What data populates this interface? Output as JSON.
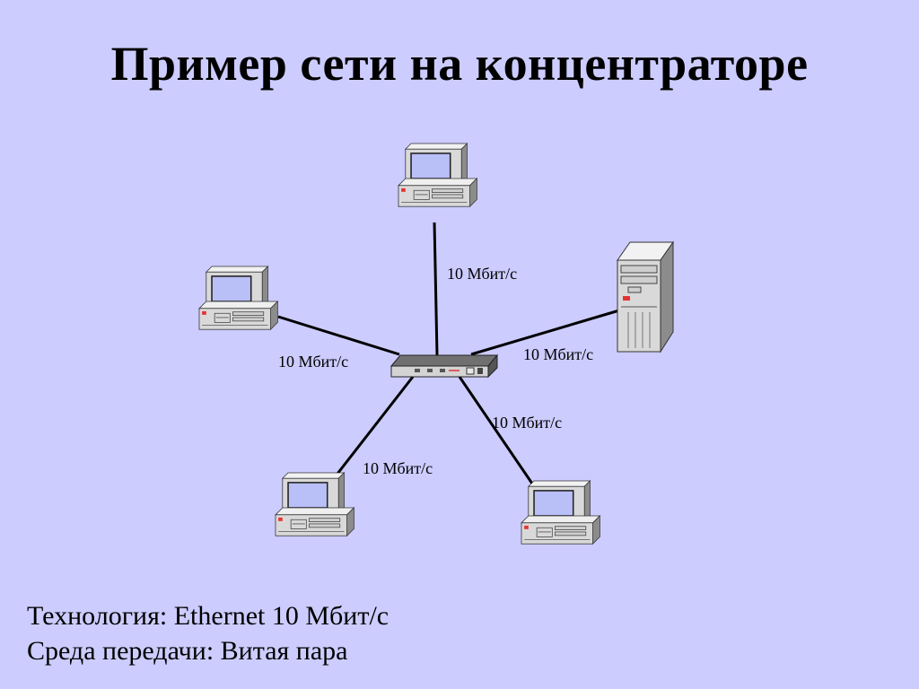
{
  "slide": {
    "title": "Пример сети на концентраторе"
  },
  "diagram": {
    "nodes": [
      {
        "id": "pc-top",
        "kind": "desktop-pc"
      },
      {
        "id": "pc-left",
        "kind": "desktop-pc"
      },
      {
        "id": "server-right",
        "kind": "tower-server"
      },
      {
        "id": "hub",
        "kind": "hub"
      },
      {
        "id": "pc-bottom-left",
        "kind": "desktop-pc"
      },
      {
        "id": "pc-bottom-right",
        "kind": "desktop-pc"
      }
    ],
    "links": [
      {
        "from": "hub",
        "to": "pc-top",
        "label": "10 Мбит/с"
      },
      {
        "from": "hub",
        "to": "pc-left",
        "label": "10 Мбит/с"
      },
      {
        "from": "hub",
        "to": "server-right",
        "label": "10 Мбит/с"
      },
      {
        "from": "hub",
        "to": "pc-bottom-right",
        "label": "10 Мбит/с"
      },
      {
        "from": "hub",
        "to": "pc-bottom-left",
        "label": "10 Мбит/с"
      }
    ]
  },
  "footer": {
    "technology": "Технология: Ethernet 10 Мбит/с",
    "medium": "Среда передачи: Витая пара"
  },
  "colors": {
    "background": "#ccccff",
    "screen": "#b9bff7",
    "case": "#d9d9d9",
    "indicator": "#e53333"
  }
}
